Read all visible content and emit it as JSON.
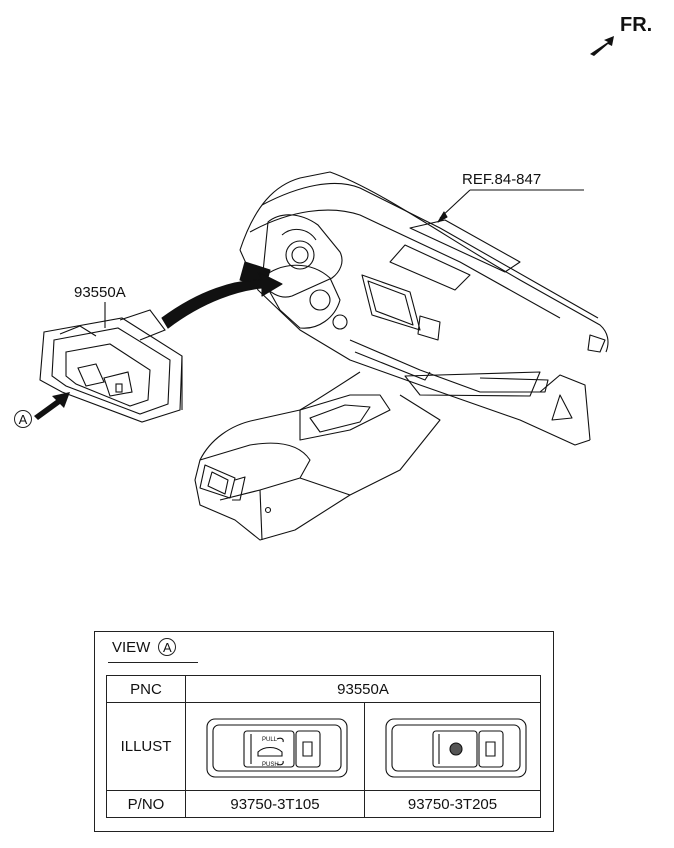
{
  "orientation": {
    "label": "FR.",
    "icon": "arrow-icon"
  },
  "ref_label": "REF.84-847",
  "part_callout": "93550A",
  "view_marker": "A",
  "view_table": {
    "view_label": "VIEW",
    "view_letter": "A",
    "rows": {
      "pnc_header": "PNC",
      "pnc_value": "93550A",
      "illust_header": "ILLUST",
      "pno_header": "P/NO",
      "part_numbers": [
        "93750-3T105",
        "93750-3T205"
      ]
    },
    "illust_1_texts": {
      "pull": "PULL",
      "push": "PUSH"
    }
  }
}
